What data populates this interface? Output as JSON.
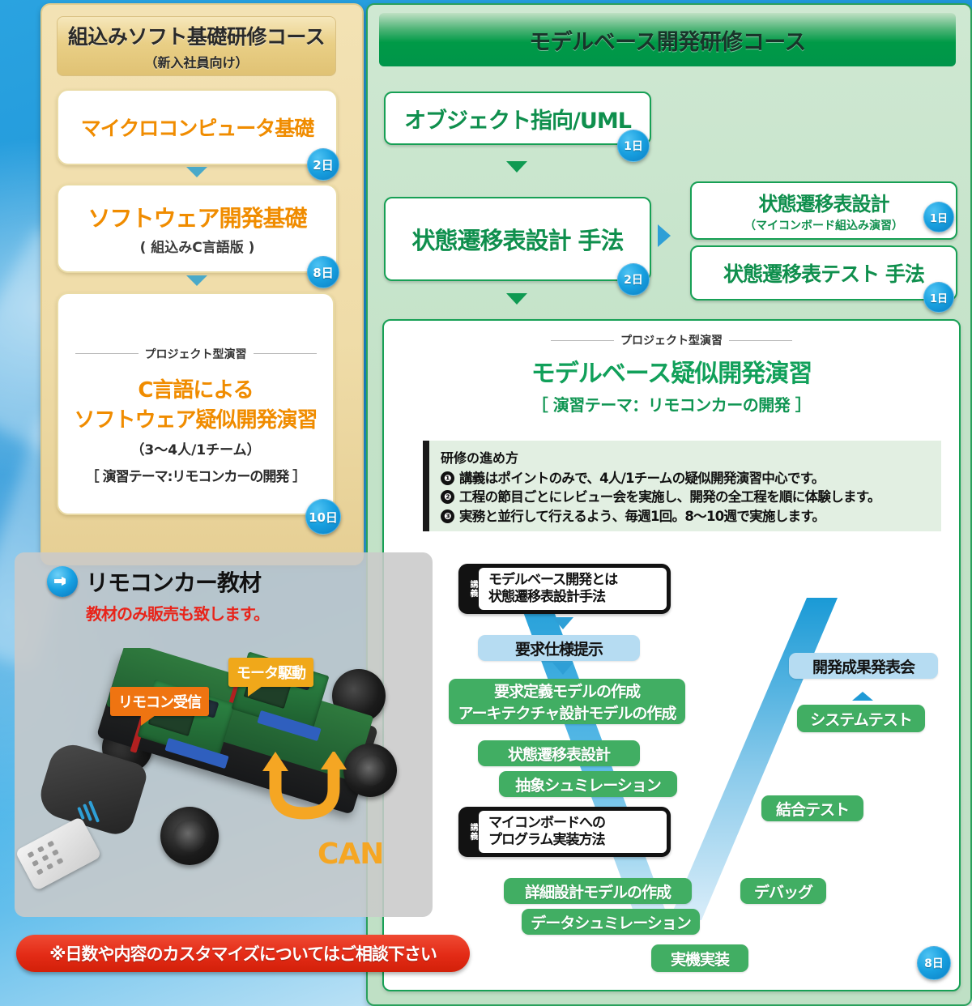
{
  "left_course": {
    "header_title": "組込みソフト基礎研修コース",
    "header_sub": "（新入社員向け）",
    "items": [
      {
        "title": "マイクロコンピュータ基礎",
        "days": "2日"
      },
      {
        "title": "ソフトウェア開発基礎",
        "sub": "( 組込みC言語版 )",
        "days": "8日"
      }
    ],
    "project": {
      "tag": "プロジェクト型演習",
      "title_line1": "C言語による",
      "title_line2": "ソフトウェア疑似開発演習",
      "team": "（3〜4人/1チーム）",
      "theme": "［ 演習テーマ:リモコンカーの開発 ］",
      "days": "10日"
    }
  },
  "right_course": {
    "header_title": "モデルベース開発研修コース",
    "items": [
      {
        "title": "オブジェクト指向/UML",
        "days": "1日"
      },
      {
        "title": "状態遷移表設計 手法",
        "days": "2日"
      },
      {
        "title": "状態遷移表設計",
        "sub": "（マイコンボード組込み演習）",
        "days": "1日"
      },
      {
        "title": "状態遷移表テスト 手法",
        "days": "1日"
      }
    ],
    "project": {
      "tag": "プロジェクト型演習",
      "title": "モデルベース疑似開発演習",
      "theme": "［ 演習テーマ：リモコンカーの開発 ］",
      "days": "8日",
      "howto": {
        "heading": "研修の進め方",
        "points": [
          "講義はポイントのみで、4人/1チームの疑似開発演習中心です。",
          "工程の節目ごとにレビュー会を実施し、開発の全工程を順に体験します。",
          "実務と並行して行えるよう、毎週1回。8〜10週で実施します。"
        ]
      },
      "flow": {
        "lecture1_line1": "モデルベース開発とは",
        "lecture1_line2": "状態遷移表設計手法",
        "lecture1_tag": "講義",
        "requirements": "要求仕様提示",
        "model1_line1": "要求定義モデルの作成",
        "model1_line2": "アーキテクチャ設計モデルの作成",
        "state_design": "状態遷移表設計",
        "abstract_sim": "抽象シュミレーション",
        "lecture2_line1": "マイコンボードへの",
        "lecture2_line2": "プログラム実装方法",
        "lecture2_tag": "講義",
        "detail_model": "詳細設計モデルの作成",
        "data_sim": "データシュミレーション",
        "implementation": "実機実装",
        "debug": "デバッグ",
        "integration_test": "結合テスト",
        "system_test": "システムテスト",
        "presentation": "開発成果発表会"
      }
    }
  },
  "car_panel": {
    "title": "リモコンカー教材",
    "subtitle": "教材のみ販売も致します。",
    "callout_receive": "リモコン受信",
    "callout_motor": "モータ駆動",
    "bus_label": "CAN"
  },
  "footer_note": "※日数や内容のカスタマイズについてはご相談下さい",
  "colors": {
    "yellow_panel": "#efdca8",
    "orange_text": "#f08c00",
    "green_panel": "#c3e2c8",
    "green_accent": "#009a47",
    "badge_blue": "#18a0e0",
    "red_note": "#e32b16"
  }
}
